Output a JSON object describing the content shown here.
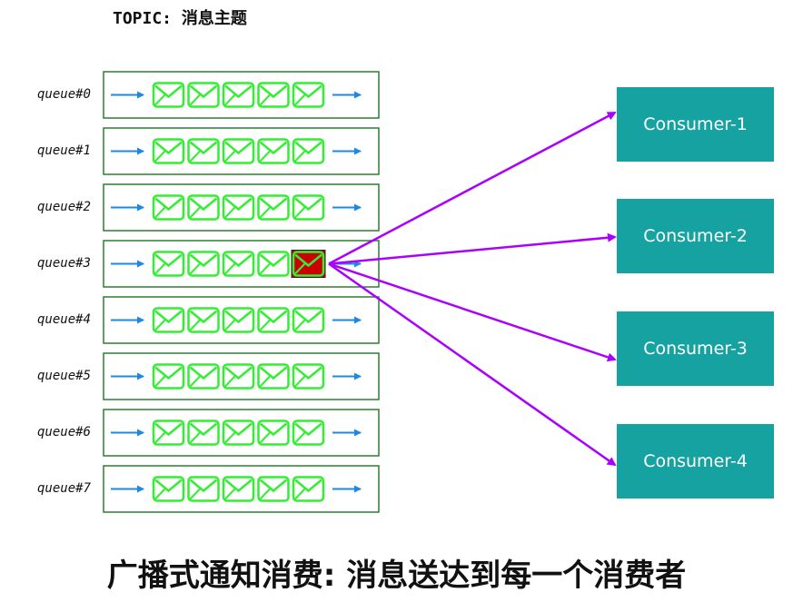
{
  "topic": {
    "title": "TOPIC: 消息主题"
  },
  "queues": [
    {
      "label": "queue#0"
    },
    {
      "label": "queue#1"
    },
    {
      "label": "queue#2"
    },
    {
      "label": "queue#3",
      "highlighted_message": 5
    },
    {
      "label": "queue#4"
    },
    {
      "label": "queue#5"
    },
    {
      "label": "queue#6"
    },
    {
      "label": "queue#7"
    }
  ],
  "messages_per_queue": 5,
  "consumers": [
    {
      "label": "Consumer-1"
    },
    {
      "label": "Consumer-2"
    },
    {
      "label": "Consumer-3"
    },
    {
      "label": "Consumer-4"
    }
  ],
  "caption": "广播式通知消费: 消息送达到每一个消费者",
  "colors": {
    "queue_border": "#2e7d32",
    "envelope": "#33ee33",
    "highlight_fill": "#cc0000",
    "flow_arrow": "#1e88e5",
    "broadcast_arrow": "#aa00ff",
    "consumer_fill": "#17a2a2",
    "consumer_text": "#ffffff"
  },
  "icons": {
    "message": "envelope-icon",
    "flow": "right-arrow-icon"
  }
}
